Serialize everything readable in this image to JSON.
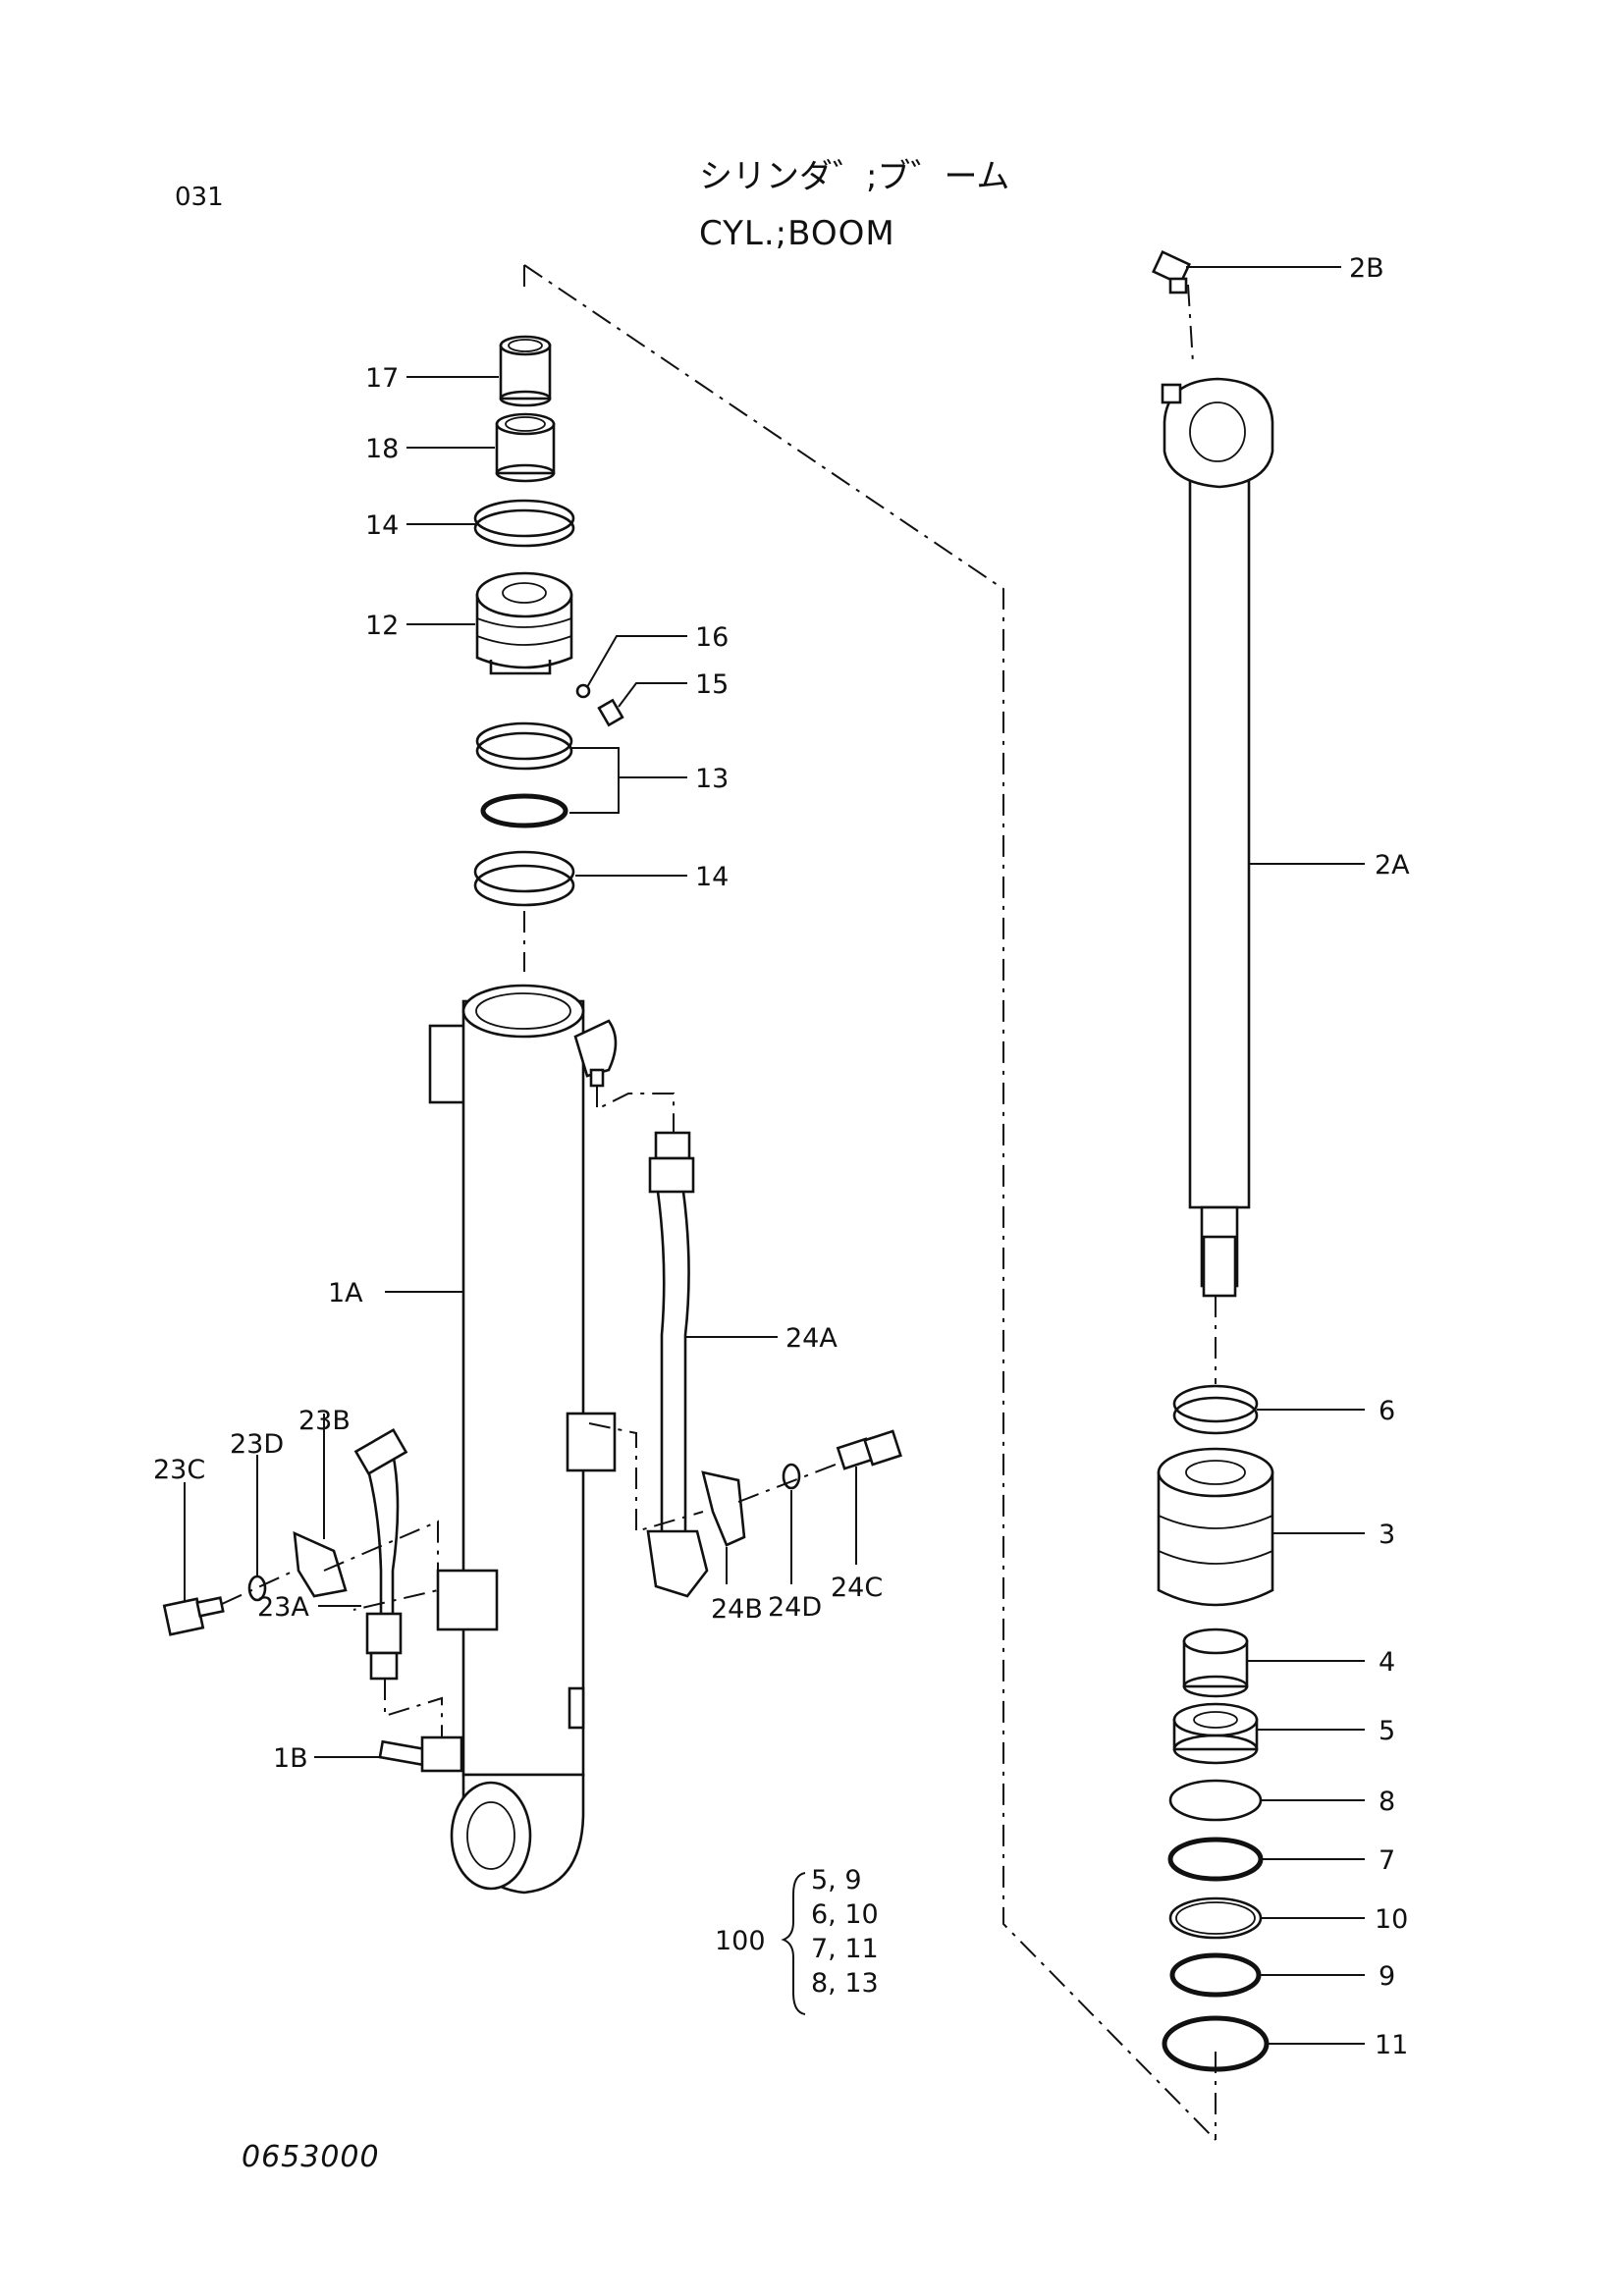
{
  "page_number": "031",
  "title_jp": "シリンダ゛;ブ゛ーム",
  "title_en": "CYL.;BOOM",
  "drawing_number": "0653000",
  "callouts": {
    "c17": "17",
    "c18": "18",
    "c14a": "14",
    "c12": "12",
    "c16": "16",
    "c15": "15",
    "c13": "13",
    "c14b": "14",
    "c1A": "1A",
    "c1B": "1B",
    "c23A": "23A",
    "c23B": "23B",
    "c23C": "23C",
    "c23D": "23D",
    "c24A": "24A",
    "c24B": "24B",
    "c24C": "24C",
    "c24D": "24D",
    "c2A": "2A",
    "c2B": "2B",
    "c3": "3",
    "c4": "4",
    "c5": "5",
    "c6": "6",
    "c7": "7",
    "c8": "8",
    "c9": "9",
    "c10": "10",
    "c11": "11"
  },
  "kit": {
    "label": "100",
    "items": [
      "5,  9",
      "6,  10",
      "7,  11",
      "8,  13"
    ]
  }
}
